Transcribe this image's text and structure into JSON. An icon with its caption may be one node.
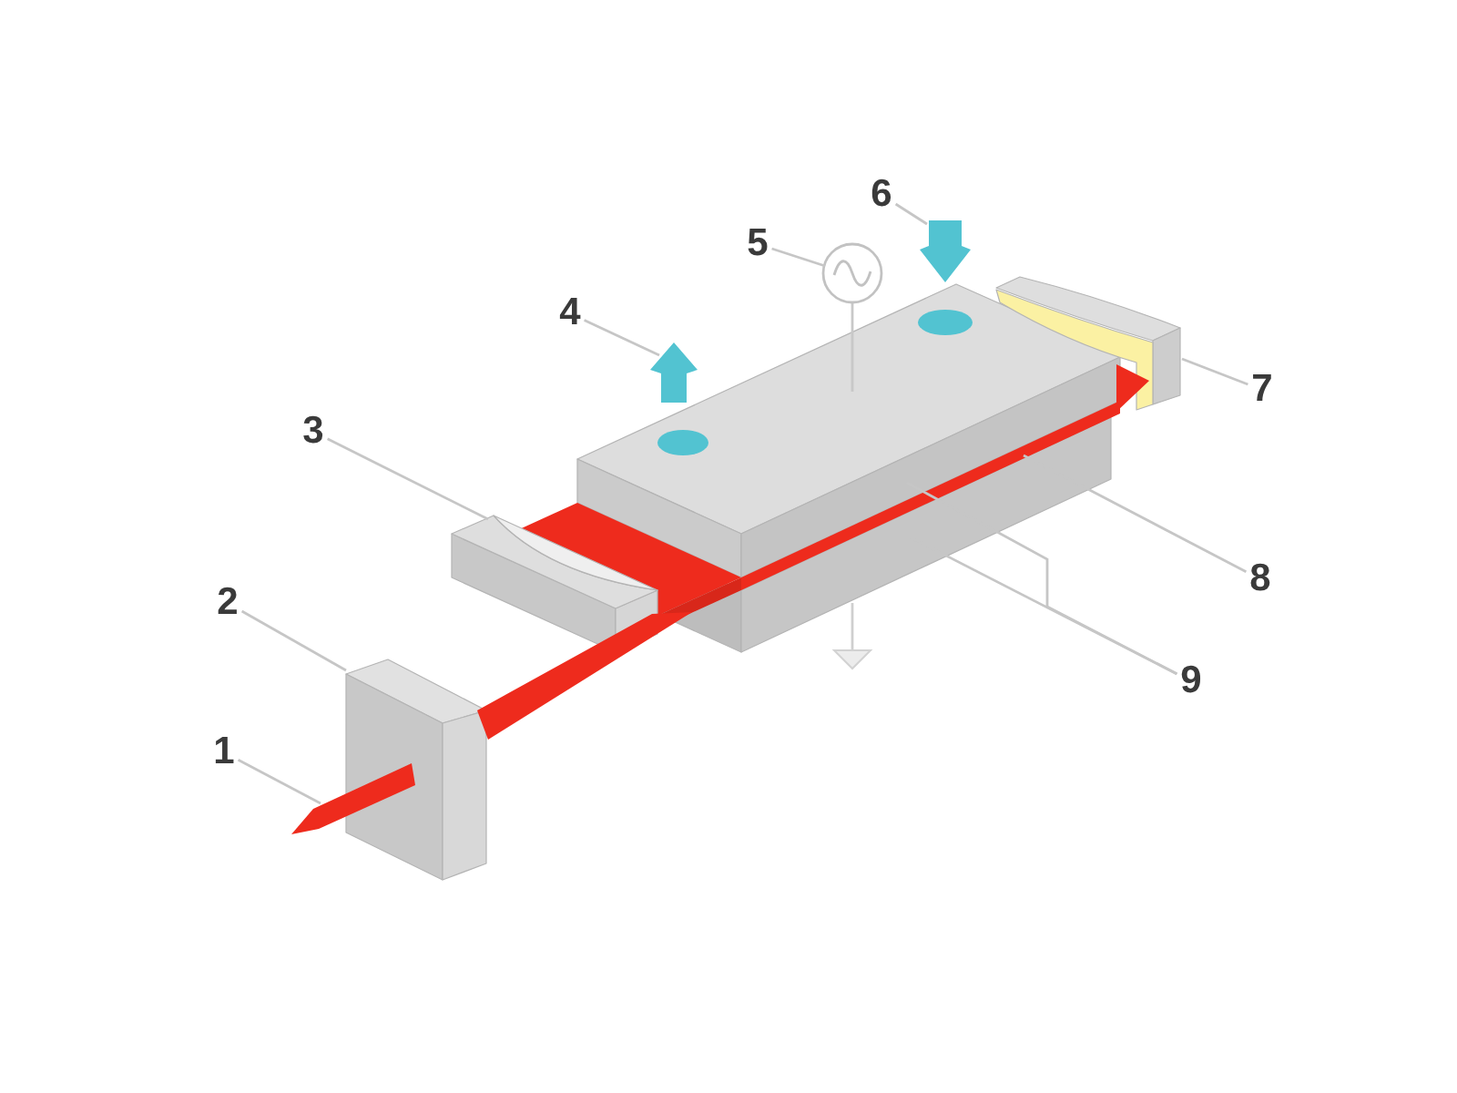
{
  "diagram": {
    "nodes": [
      {
        "text": [
          "1"
        ]
      },
      {
        "text": [
          "2"
        ]
      },
      {
        "text": [
          "3"
        ]
      },
      {
        "text": [
          "4"
        ]
      },
      {
        "text": [
          "5"
        ]
      },
      {
        "text": [
          "6"
        ]
      },
      {
        "text": [
          "7"
        ]
      },
      {
        "text": [
          "8"
        ]
      },
      {
        "text": [
          "9"
        ]
      }
    ],
    "edges": [
      {
        "from": 0,
        "to": null,
        "arrow": "none"
      },
      {
        "from": 1,
        "to": null,
        "arrow": "none"
      },
      {
        "from": 2,
        "to": null,
        "arrow": "none"
      },
      {
        "from": 3,
        "to": null,
        "arrow": "none"
      },
      {
        "from": 4,
        "to": null,
        "arrow": "none"
      },
      {
        "from": 5,
        "to": null,
        "arrow": "none"
      },
      {
        "from": 6,
        "to": null,
        "arrow": "none"
      },
      {
        "from": 7,
        "to": null,
        "arrow": "none"
      },
      {
        "from": 8,
        "to": null,
        "arrow": "none"
      },
      {
        "from": 8,
        "to": null,
        "arrow": "none"
      }
    ]
  }
}
